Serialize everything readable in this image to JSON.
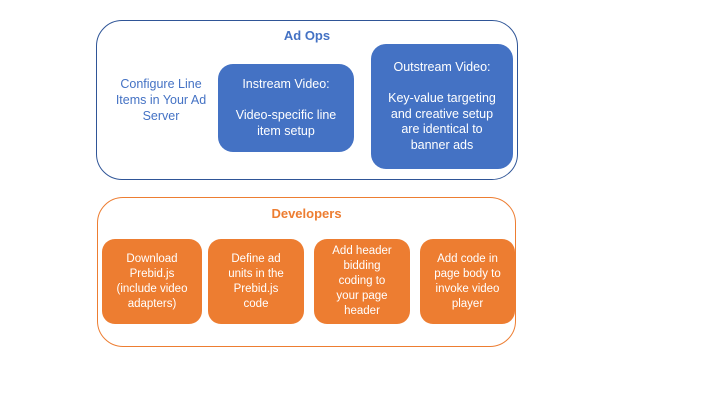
{
  "colors": {
    "blue_fill": "#4472C4",
    "blue_border": "#2F5597",
    "blue_text": "#4472C4",
    "orange_fill": "#ED7D31",
    "orange_border": "#ED7D31",
    "orange_text": "#ED7D31",
    "node_text": "#ffffff",
    "background": "#ffffff"
  },
  "ad_ops": {
    "title": "Ad Ops",
    "side_note": "Configure Line\nItems in Your Ad\nServer",
    "boxes": [
      {
        "name": "instream-video",
        "text": "Instream Video:\n\nVideo-specific line\nitem setup"
      },
      {
        "name": "outstream-video",
        "text": "Outstream Video:\n\nKey-value targeting\nand creative setup\nare identical to\nbanner ads"
      }
    ]
  },
  "developers": {
    "title": "Developers",
    "boxes": [
      {
        "name": "download-prebid",
        "text": "Download\nPrebid.js\n(include video\nadapters)"
      },
      {
        "name": "define-ad-units",
        "text": "Define ad\nunits in the\nPrebid.js\ncode"
      },
      {
        "name": "add-header-bidding",
        "text": "Add header\nbidding\ncoding to\nyour page\nheader"
      },
      {
        "name": "add-page-body-code",
        "text": "Add code in\npage body to\ninvoke video\nplayer"
      }
    ]
  }
}
